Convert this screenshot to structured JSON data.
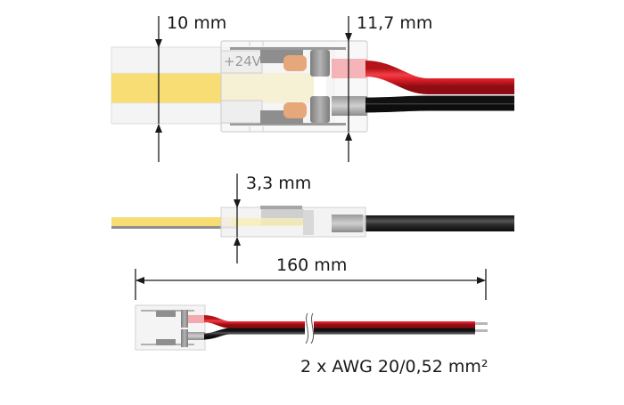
{
  "diagram": {
    "subject": "LED strip clip connector with pigtail cable",
    "views": {
      "top": {
        "strip_width_label": "10 mm",
        "connector_width_label": "11,7 mm",
        "polarity_label": "+24V"
      },
      "side": {
        "connector_height_label": "3,3 mm"
      },
      "overall": {
        "length_label": "160 mm",
        "cable_spec_label": "2 x AWG 20/0,52 mm²"
      }
    },
    "colors": {
      "led_yellow": "#f6dc72",
      "strip_white": "#f2f2f2",
      "wire_red": "#e0202a",
      "wire_black": "#2a2a2a",
      "contact_copper": "#e6a77a",
      "metal_grey": "#8c8c8c",
      "dimension_line": "#1a1a1a"
    }
  }
}
